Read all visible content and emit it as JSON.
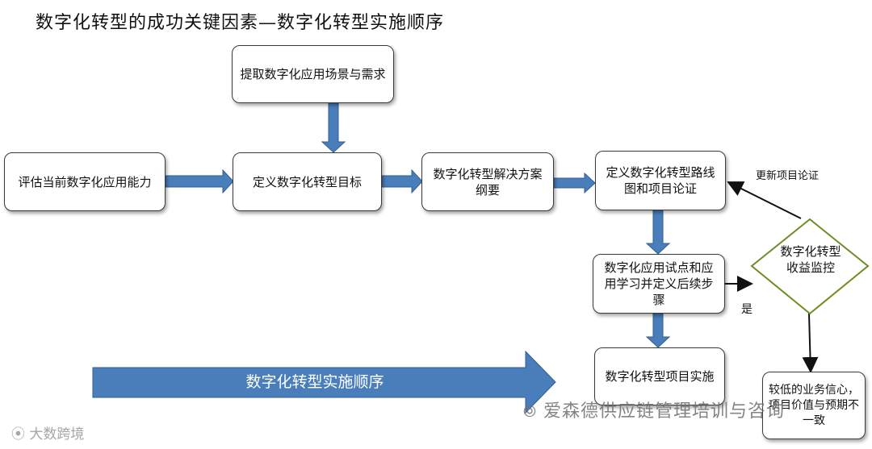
{
  "title": "数字化转型的成功关键因素—数字化转型实施顺序",
  "nodes": {
    "extract": "提取数字化应用场景与需求",
    "assess": "评估当前数字化应用能力",
    "define_goal": "定义数字化转型目标",
    "outline": "数字化转型解决方案纲要",
    "roadmap": "定义数字化转型路线图和项目论证",
    "pilot": "数字化应用试点和应用学习并定义后续步骤",
    "implement": "数字化转型项目实施",
    "monitor": "数字化转型收益监控",
    "low_value": "较低的业务信心，项目价值与预期不一致"
  },
  "labels": {
    "update": "更新项目论证",
    "yes": "是"
  },
  "banner": "数字化转型实施顺序",
  "watermark": {
    "right": "爱森德供应链管理培训与咨询",
    "left": "大数跨境"
  },
  "colors": {
    "arrow_fill": "#4a7ebb",
    "arrow_stroke": "#2f5e93",
    "diamond_stroke": "#6b8e23"
  }
}
